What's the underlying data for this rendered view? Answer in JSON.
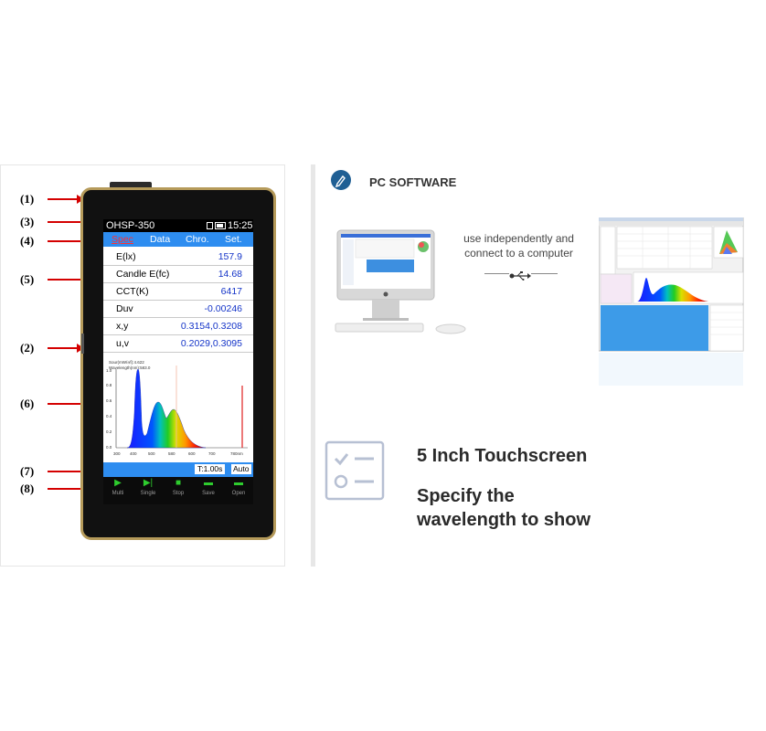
{
  "labels": [
    "(1)",
    "(2)",
    "(3)",
    "(4)",
    "(5)",
    "(6)",
    "(7)",
    "(8)"
  ],
  "device": {
    "model": "OHSP-350",
    "time": "15:25",
    "tabs": [
      "Spec",
      "Data",
      "Chro.",
      "Set."
    ],
    "rows": [
      {
        "k": "E(lx)",
        "v": "157.9"
      },
      {
        "k": "Candle E(fc)",
        "v": "14.68"
      },
      {
        "k": "CCT(K)",
        "v": "6417"
      },
      {
        "k": "Duv",
        "v": "-0.00246"
      },
      {
        "k": "x,y",
        "v": "0.3154,0.3208"
      },
      {
        "k": "u,v",
        "v": "0.2029,0.3095"
      }
    ],
    "spectrum": {
      "legend1": "Sour(mW/㎡):4.622",
      "legend2": "Wavelength(nm):583.0",
      "y_ticks": [
        "1.0",
        "0.8",
        "0.6",
        "0.4",
        "0.2",
        "0.0"
      ],
      "x_ticks": [
        "300",
        "400",
        "500",
        "580",
        "600",
        "700",
        "780nm"
      ]
    },
    "info": {
      "time": "T:1.00s",
      "mode": "Auto"
    },
    "buttons": [
      {
        "label": "Multi",
        "icon": "▶"
      },
      {
        "label": "Single",
        "icon": "▶|"
      },
      {
        "label": "Stop",
        "icon": "■"
      },
      {
        "label": "Save",
        "icon": "▬"
      },
      {
        "label": "Open",
        "icon": "▬"
      }
    ]
  },
  "pc": {
    "title": "PC SOFTWARE",
    "connect_text_1": "use independently and",
    "connect_text_2": "connect to a computer"
  },
  "features": {
    "line1": "5 Inch Touchscreen",
    "line2a": "Specify the",
    "line2b": "wavelength to show"
  },
  "colors": {
    "accent": "#2e8df0",
    "value_blue": "#1434c8",
    "label_red": "#d40000",
    "gold": "#b59a5a"
  }
}
